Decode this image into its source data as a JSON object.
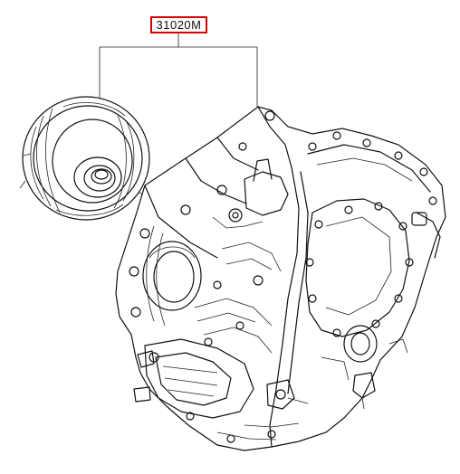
{
  "diagram": {
    "callout": {
      "part_number": "31020M",
      "border_color": "#d40000"
    },
    "components": [
      {
        "name": "torque-converter"
      },
      {
        "name": "transmission-assembly"
      }
    ]
  }
}
